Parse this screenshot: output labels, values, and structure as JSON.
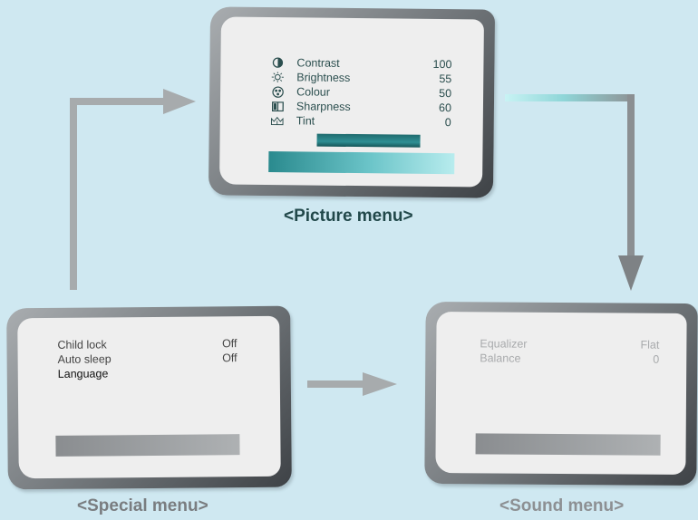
{
  "picture_menu": {
    "caption": "<Picture menu>",
    "items": [
      {
        "icon": "contrast-icon",
        "label": "Contrast",
        "value": "100"
      },
      {
        "icon": "brightness-icon",
        "label": "Brightness",
        "value": "55"
      },
      {
        "icon": "colour-icon",
        "label": "Colour",
        "value": "50"
      },
      {
        "icon": "sharpness-icon",
        "label": "Sharpness",
        "value": "60"
      },
      {
        "icon": "tint-icon",
        "label": "Tint",
        "value": "0"
      }
    ]
  },
  "special_menu": {
    "caption": "<Special menu>",
    "items": [
      {
        "label": "Child lock",
        "value": "Off"
      },
      {
        "label": "Auto sleep",
        "value": "Off"
      },
      {
        "label": "Language",
        "value": ""
      }
    ]
  },
  "sound_menu": {
    "caption": "<Sound menu>",
    "items": [
      {
        "label": "Equalizer",
        "value": "Flat"
      },
      {
        "label": "Balance",
        "value": "0"
      }
    ]
  },
  "colors": {
    "background": "#cfe8f1",
    "picture_text": "#2c4f4f",
    "special_text": "#444444",
    "sound_text": "#a9abad",
    "caption_active": "#21484a",
    "caption_inactive": "#7a7d80"
  }
}
